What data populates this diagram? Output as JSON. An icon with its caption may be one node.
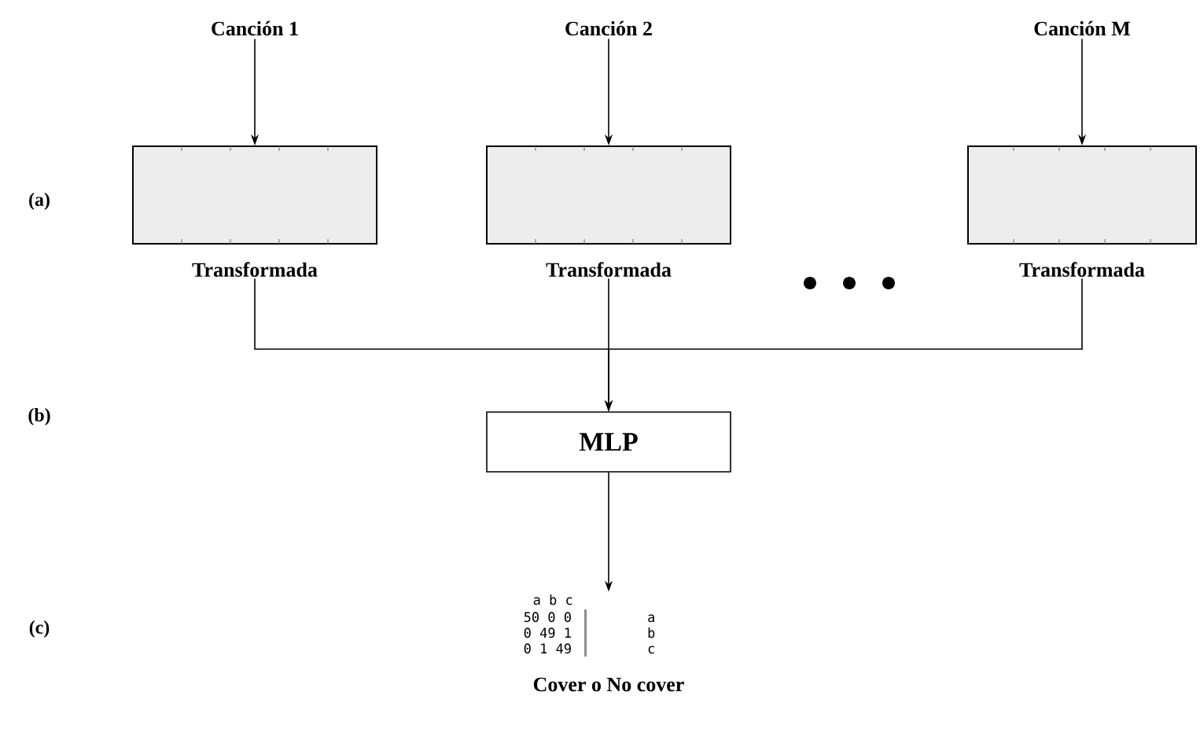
{
  "diagram": {
    "nodes": [
      {
        "text": [
          "Canción 1"
        ]
      },
      {
        "text": [
          "Canción 2"
        ]
      },
      {
        "text": [
          "Canción M"
        ]
      },
      {
        "text": [],
        "shape": "box",
        "beside": [
          "Transformada"
        ]
      },
      {
        "text": [],
        "shape": "box",
        "beside": [
          "Transformada"
        ]
      },
      {
        "text": [],
        "shape": "box",
        "beside": [
          "Transformada"
        ]
      },
      {
        "text": [
          "MLP"
        ]
      },
      {
        "text": [
          "a b c",
          "50 0 0",
          "a",
          "0 49 1",
          "b",
          "0 1 49",
          "c",
          "Cover o No cover"
        ]
      }
    ],
    "edges": [
      {
        "from": 0,
        "to": 3,
        "arrow": "to"
      },
      {
        "from": 1,
        "to": 4,
        "arrow": "to"
      },
      {
        "from": 2,
        "to": 5,
        "arrow": "to"
      },
      {
        "from": 3,
        "to": 6,
        "arrow": "to"
      },
      {
        "from": 4,
        "to": 6,
        "arrow": "to"
      },
      {
        "from": 5,
        "to": 6,
        "arrow": "to"
      },
      {
        "from": 6,
        "to": 7,
        "arrow": "to"
      }
    ],
    "labels": [
      "(a)",
      "(b)",
      "(c)"
    ]
  }
}
